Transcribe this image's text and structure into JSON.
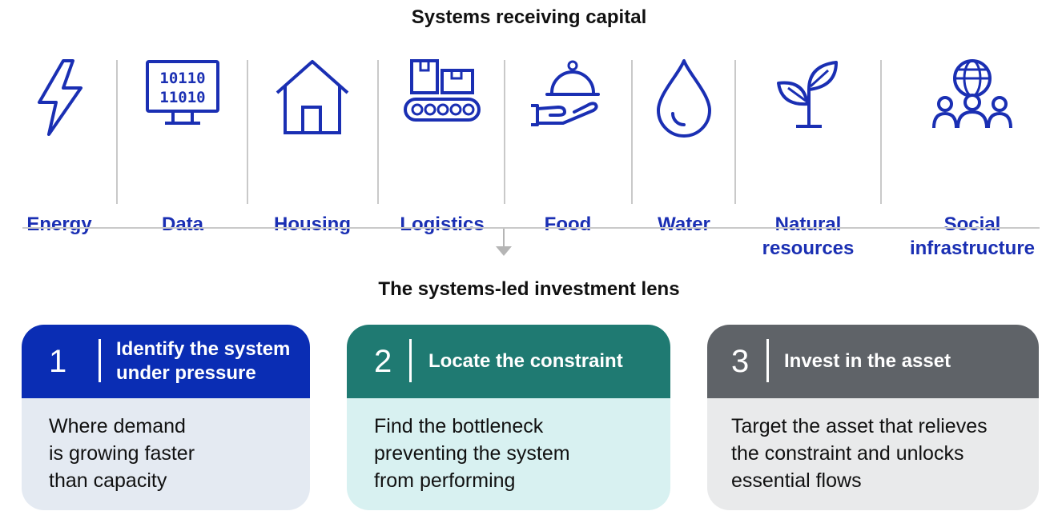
{
  "top_title": "Systems receiving capital",
  "systems": [
    {
      "lines": [
        "Energy"
      ],
      "icon": "lightning-icon"
    },
    {
      "lines": [
        "Data"
      ],
      "icon": "binary-monitor-icon"
    },
    {
      "lines": [
        "Housing"
      ],
      "icon": "house-icon"
    },
    {
      "lines": [
        "Logistics"
      ],
      "icon": "conveyor-boxes-icon"
    },
    {
      "lines": [
        "Food"
      ],
      "icon": "serving-cloche-icon"
    },
    {
      "lines": [
        "Water"
      ],
      "icon": "water-drop-icon"
    },
    {
      "lines": [
        "Natural",
        "resources"
      ],
      "icon": "plant-sprout-icon"
    },
    {
      "lines": [
        "Social",
        "infrastructure"
      ],
      "icon": "globe-people-icon"
    }
  ],
  "lens_title": "The systems-led investment lens",
  "steps": [
    {
      "number": "1",
      "heading": [
        "Identify the system",
        "under pressure"
      ],
      "body": [
        "Where demand",
        "is growing faster",
        "than capacity"
      ],
      "head_color": "#0a2db4",
      "body_color": "#e4eaf2"
    },
    {
      "number": "2",
      "heading": [
        "Locate the constraint"
      ],
      "body": [
        "Find the bottleneck",
        "preventing the system",
        "from performing"
      ],
      "head_color": "#1f7a72",
      "body_color": "#d8f1f1"
    },
    {
      "number": "3",
      "heading": [
        "Invest in the asset"
      ],
      "body": [
        "Target the asset that relieves",
        "the constraint and unlocks",
        "essential flows"
      ],
      "head_color": "#5f6368",
      "body_color": "#e9eaeb"
    }
  ],
  "colors": {
    "accent_blue": "#1a2fb3",
    "divider": "#c9c9c9"
  }
}
